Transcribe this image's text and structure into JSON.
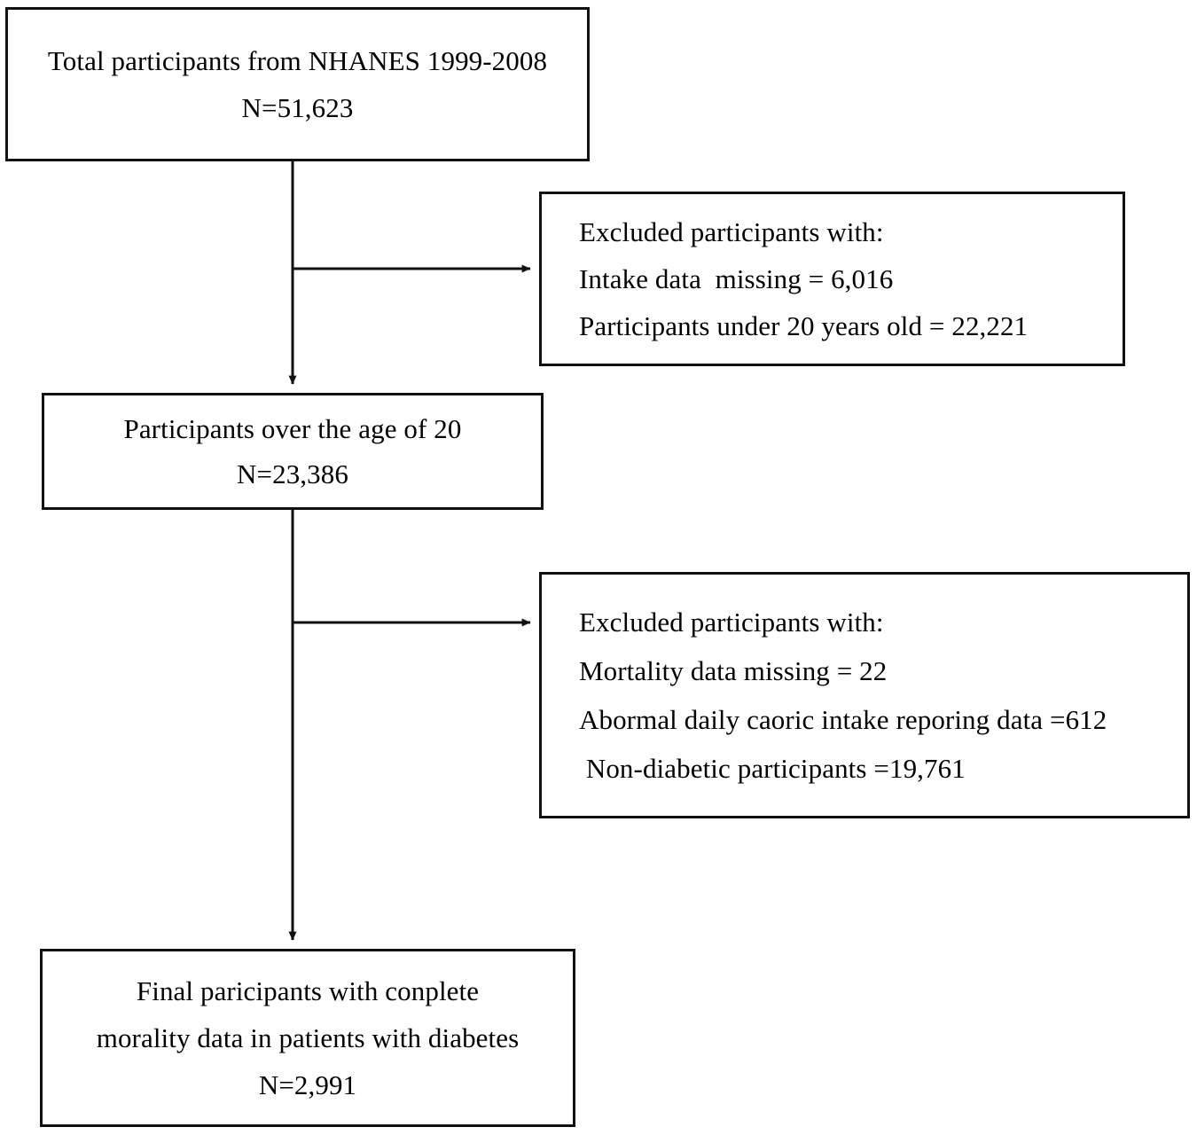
{
  "figure": {
    "kind": "participant-selection-flowchart",
    "background_color": "#ffffff",
    "line_color": "#111111",
    "text_color": "#000000"
  },
  "nodes": {
    "total": {
      "name": "total-participants",
      "lines": [
        "Total participants from NHANES 1999-2008",
        "N=51,623"
      ]
    },
    "excluded_1": {
      "name": "excluded-step-1",
      "lines": [
        "Excluded participants with:",
        "Intake data  missing = 6,016",
        "Participants under 20 years old = 22,221"
      ]
    },
    "over20": {
      "name": "participants-over-20",
      "lines": [
        "Participants over the age of 20",
        "N=23,386"
      ]
    },
    "excluded_2": {
      "name": "excluded-step-2",
      "lines": [
        "Excluded participants with:",
        "Mortality data missing = 22",
        "Abormal daily caoric intake reporing data =612",
        " Non-diabetic participants =19,761"
      ]
    },
    "final": {
      "name": "final-participants",
      "lines": [
        "Final paricipants with conplete",
        "morality data in patients with diabetes",
        "N=2,991"
      ]
    }
  },
  "connectors": [
    {
      "name": "trunk-total-to-over20",
      "type": "vertical-arrow",
      "from": "total",
      "to": "over20"
    },
    {
      "name": "branch-to-excluded-1",
      "type": "horizontal-arrow",
      "from": "trunk",
      "to": "excluded_1"
    },
    {
      "name": "trunk-over20-to-final",
      "type": "vertical-arrow",
      "from": "over20",
      "to": "final"
    },
    {
      "name": "branch-to-excluded-2",
      "type": "horizontal-arrow",
      "from": "trunk",
      "to": "excluded_2"
    }
  ]
}
